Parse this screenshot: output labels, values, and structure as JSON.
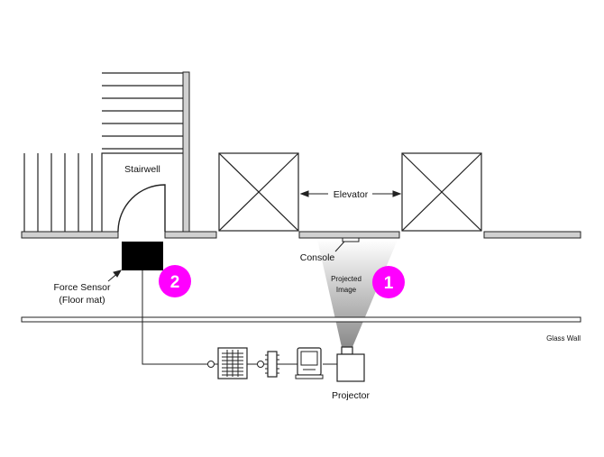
{
  "labels": {
    "stairwell": "Stairwell",
    "elevator": "Elevator",
    "console": "Console",
    "projected_image_line1": "Projected",
    "projected_image_line2": "Image",
    "force_sensor_line1": "Force Sensor",
    "force_sensor_line2": "(Floor mat)",
    "glass_wall": "Glass Wall",
    "projector": "Projector"
  },
  "markers": [
    {
      "id": "1",
      "label": "1"
    },
    {
      "id": "2",
      "label": "2"
    }
  ],
  "colors": {
    "marker": "#ff00ff",
    "marker_text": "#ffffff",
    "wall_fill": "#d0d0d0",
    "line": "#222222",
    "sensor": "#000000"
  }
}
